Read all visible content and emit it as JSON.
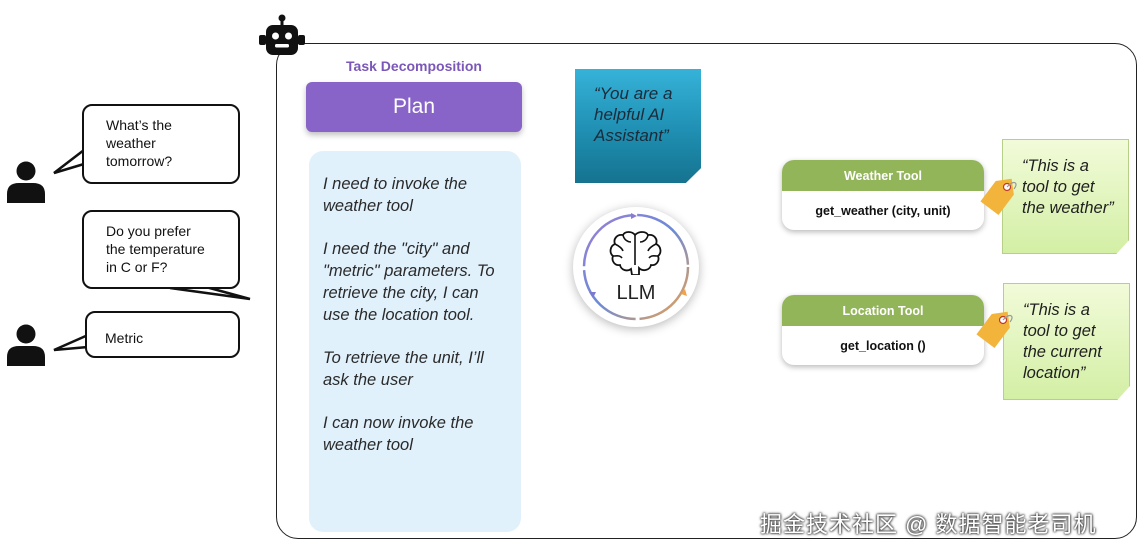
{
  "chat": {
    "bubble_1": [
      "What’s the",
      "weather",
      "tomorrow?"
    ],
    "bubble_2": [
      "Do you prefer",
      "the temperature",
      "in C or F?"
    ],
    "bubble_3": "Metric"
  },
  "agent": {
    "task_decomposition_label": "Task Decomposition",
    "plan_title": "Plan",
    "plan_steps": [
      "I need to invoke the weather tool",
      "I need the \"city\" and \"metric\" parameters. To retrieve the city, I can use the location tool.",
      "To retrieve the unit, I’ll ask the user",
      "I can now invoke the weather tool"
    ],
    "system_prompt": "“You are a helpful AI Assistant”",
    "llm_label": "LLM"
  },
  "tools": [
    {
      "name": "Weather Tool",
      "signature": "get_weather (city, unit)",
      "description": "“This is a tool to get the weather”"
    },
    {
      "name": "Location Tool",
      "signature": "get_location ()",
      "description": "“This is a tool to get the current location”"
    }
  ],
  "colors": {
    "plan_purple": "#8864c8",
    "task_label_purple": "#7a57b8",
    "plan_panel_blue": "#e1f1fc",
    "sticky_blue": "#2a9fc6",
    "tool_header_green": "#93b55a",
    "sticky_green": "#dff4b8",
    "tag_orange": "#f2b43a"
  },
  "watermark": "掘金技术社区 @ 数据智能老司机"
}
